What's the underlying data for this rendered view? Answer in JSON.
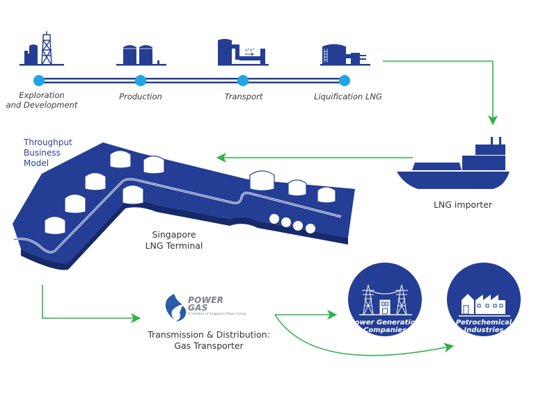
{
  "colors": {
    "navy": "#233e94",
    "navy_dark": "#16296b",
    "dot_blue": "#1ea5e6",
    "arrow_green": "#2fb24a",
    "text_gray": "#333333",
    "text_blue": "#2b3f95"
  },
  "value_chain": {
    "steps": [
      {
        "label": "Exploration\nand Development",
        "line1": "Exploration",
        "line2": "and Development",
        "icon": "oil-rig-icon"
      },
      {
        "label": "Production",
        "line1": "Production",
        "line2": "",
        "icon": "storage-tanks-icon"
      },
      {
        "label": "Transport",
        "line1": "Transport",
        "line2": "",
        "icon": "pipeline-pump-icon"
      },
      {
        "label": "Liquification LNG",
        "line1": "Liquification LNG",
        "line2": "",
        "icon": "liquefaction-tank-icon"
      }
    ]
  },
  "importer": {
    "label": "LNG importer",
    "icon": "lng-ship-icon"
  },
  "terminal": {
    "model_label_1": "Throughput",
    "model_label_2": "Business",
    "model_label_3": "Model",
    "name_1": "Singapore",
    "name_2": "LNG Terminal",
    "icon": "lng-terminal-icon"
  },
  "transporter": {
    "logo_line1": "POWER",
    "logo_line2": "GAS",
    "logo_tagline": "A member of Singapore Power Group",
    "label_1": "Transmission & Distribution:",
    "label_2": "Gas Transporter",
    "icon": "powergas-flame-icon"
  },
  "consumers": [
    {
      "line1": "Power Generation",
      "line2": "Companies",
      "icon": "power-pylons-icon"
    },
    {
      "line1": "Petrochemical",
      "line2": "Industries",
      "icon": "factory-icon"
    }
  ]
}
